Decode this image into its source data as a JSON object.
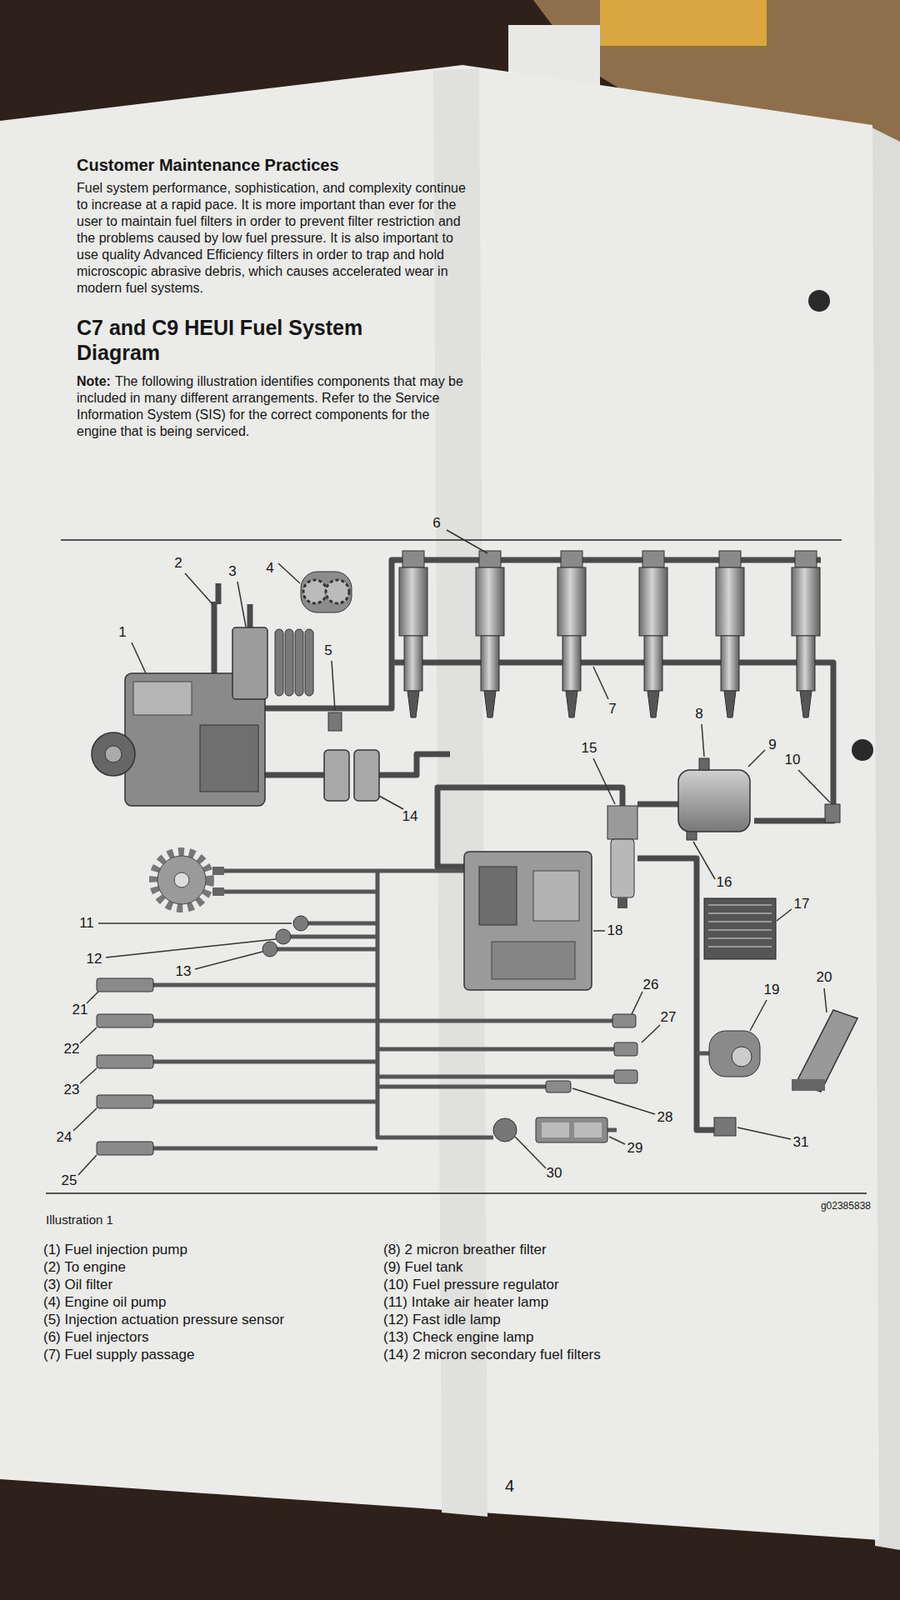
{
  "diagram": {
    "title": "C7 and C9 HEUI Fuel System Diagram",
    "caption": "Illustration 1",
    "labels": [
      "Customer Maintenance Practices",
      "Fuel system performance, sophistication, and complexity continue to increase at a rapid pace. It is more important than ever for the user to maintain fuel filters in order to prevent filter restriction and the problems caused by low fuel pressure. It is also important to use quality Advanced Efficiency filters in order to trap and hold microscopic abrasive debris, which causes accelerated wear in modern fuel systems.",
      "Note:",
      "The following illustration identifies components that may be included in many different arrangements. Refer to the Service Information System (SIS) for the correct components for the engine that is being serviced.",
      "1",
      "2",
      "3",
      "4",
      "5",
      "6",
      "7",
      "8",
      "9",
      "10",
      "11",
      "12",
      "13",
      "14",
      "15",
      "16",
      "17",
      "18",
      "19",
      "20",
      "21",
      "22",
      "23",
      "24",
      "25",
      "26",
      "27",
      "28",
      "29",
      "30",
      "31",
      "g02385838",
      "(1) Fuel injection pump",
      "(2) To engine",
      "(3) Oil filter",
      "(4) Engine oil pump",
      "(5) Injection actuation pressure sensor",
      "(6) Fuel injectors",
      "(7) Fuel supply passage",
      "(8) 2 micron breather filter",
      "(9) Fuel tank",
      "(10) Fuel pressure regulator",
      "(11) Intake air heater lamp",
      "(12) Fast idle lamp",
      "(13) Check engine lamp",
      "(14) 2 micron secondary fuel filters",
      "4"
    ]
  }
}
